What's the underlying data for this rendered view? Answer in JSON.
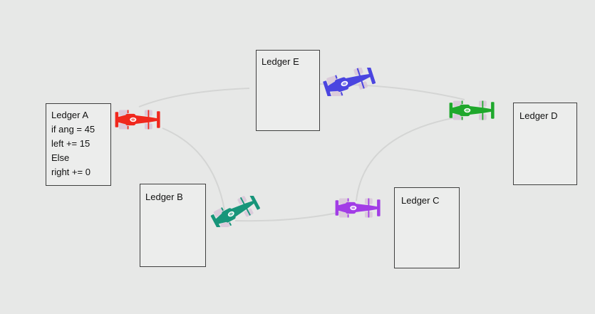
{
  "ledgers": {
    "a": {
      "title": "Ledger A",
      "lines": [
        "if ang = 45",
        "left += 15",
        "Else",
        "right += 0"
      ]
    },
    "b": {
      "title": "Ledger B"
    },
    "c": {
      "title": "Ledger C"
    },
    "d": {
      "title": "Ledger D"
    },
    "e": {
      "title": "Ledger E"
    }
  },
  "cars": [
    {
      "id": "red",
      "color": "#f0281e",
      "icon": "race-car-icon"
    },
    {
      "id": "blue",
      "color": "#4b45e0",
      "icon": "race-car-icon"
    },
    {
      "id": "green",
      "color": "#1fa82c",
      "icon": "race-car-icon"
    },
    {
      "id": "teal",
      "color": "#17957a",
      "icon": "race-car-icon"
    },
    {
      "id": "purple",
      "color": "#a23de6",
      "icon": "race-car-icon"
    }
  ]
}
